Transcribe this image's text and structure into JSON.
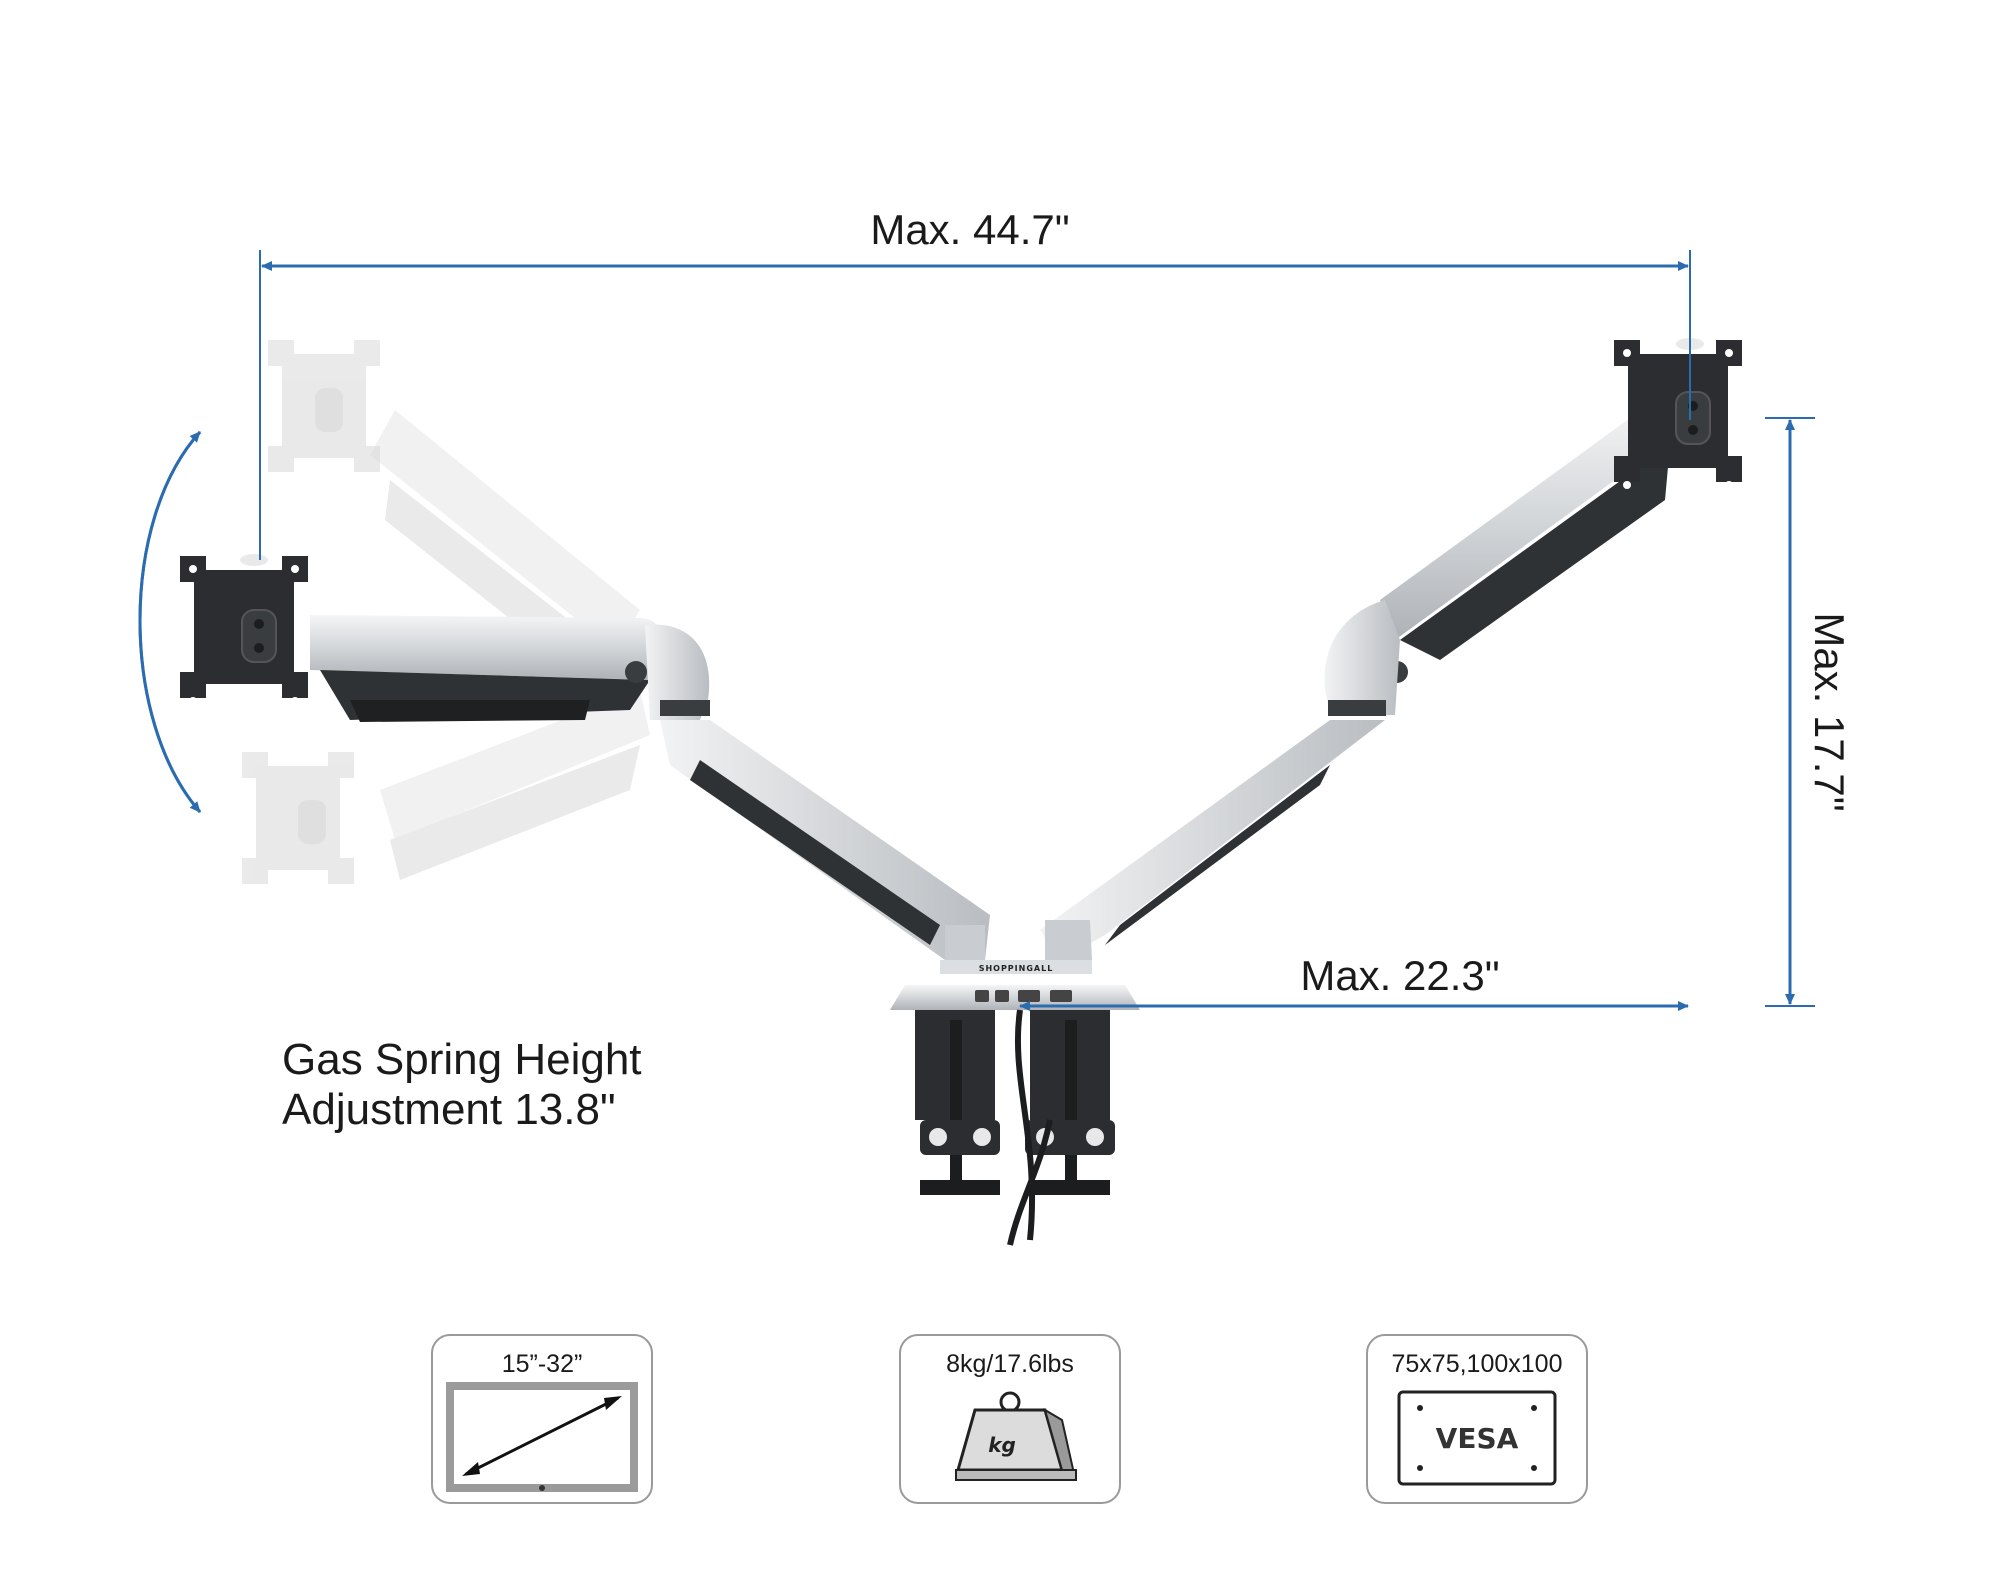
{
  "dimensions": {
    "max_width_label": "Max. 44.7\"",
    "max_height_label": "Max. 17.7\"",
    "max_extension_label": "Max. 22.3\""
  },
  "feature": {
    "line1": "Gas Spring Height",
    "line2": "Adjustment 13.8\""
  },
  "product": {
    "brand": "SHOPPINGALL"
  },
  "specs": {
    "screen_size": {
      "label": "15”-32”",
      "icon": "monitor-diagonal-icon"
    },
    "weight": {
      "label": "8kg/17.6lbs",
      "icon_text": "kg",
      "icon": "weight-kg-icon"
    },
    "vesa": {
      "label": "75x75,100x100",
      "icon_text": "VESA",
      "icon": "vesa-plate-icon"
    }
  },
  "colors": {
    "dimension_blue": "#2b6cb0",
    "arm_silver": "#d6d9dc",
    "arm_dark": "#2f3235",
    "ghost_gray": "#e4e4e4"
  }
}
